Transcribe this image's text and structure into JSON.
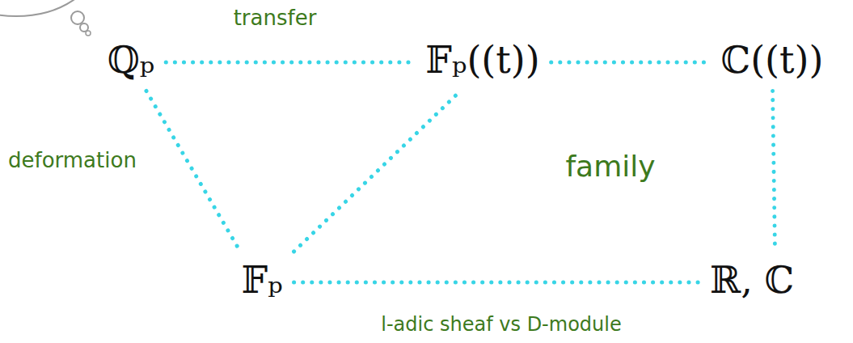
{
  "diagram": {
    "nodes": [
      {
        "text": [
          "ℚₚ"
        ]
      },
      {
        "text": [
          "𝔽ₚ((t))"
        ]
      },
      {
        "text": [
          "ℂ((t))"
        ]
      },
      {
        "text": [
          "𝔽ₚ"
        ]
      },
      {
        "text": [
          "ℝ, ℂ"
        ]
      }
    ],
    "edges": [
      {
        "from": 0,
        "to": 1,
        "label": "transfer",
        "arrow": "none"
      },
      {
        "from": 1,
        "to": 2,
        "arrow": "none"
      },
      {
        "from": 0,
        "to": 3,
        "label": "deformation",
        "arrow": "none"
      },
      {
        "from": 3,
        "to": 1,
        "arrow": "none"
      },
      {
        "from": 2,
        "to": 4,
        "arrow": "none"
      },
      {
        "from": 3,
        "to": 4,
        "label": "l-adic sheaf vs D-module",
        "arrow": "none"
      }
    ],
    "labels": [
      "family"
    ]
  }
}
